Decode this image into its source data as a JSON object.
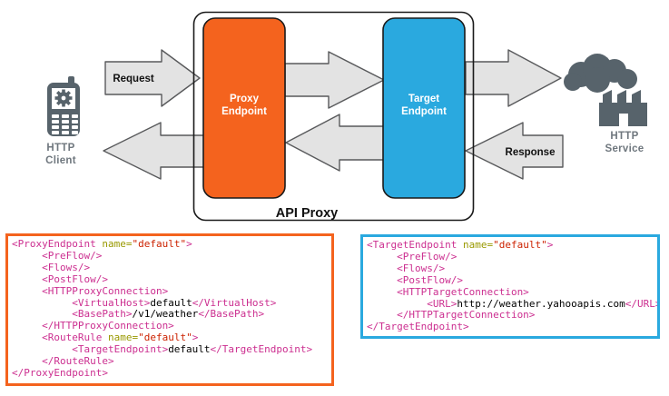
{
  "diagram": {
    "client": {
      "icon": "mobile-phone-gear-icon",
      "label_line1": "HTTP",
      "label_line2": "Client"
    },
    "service": {
      "icon": "cloud-factory-icon",
      "label_line1": "HTTP",
      "label_line2": "Service"
    },
    "request_label": "Request",
    "response_label": "Response",
    "api_proxy_label": "API Proxy",
    "proxy_endpoint": {
      "line1": "Proxy",
      "line2": "Endpoint",
      "color": "#F4631E"
    },
    "target_endpoint": {
      "line1": "Target",
      "line2": "Endpoint",
      "color": "#2AA9DF"
    }
  },
  "code": {
    "colors": {
      "tag": "#CC2F90",
      "attr": "#999900",
      "val": "#CC2200",
      "txt": "#000000"
    },
    "proxy_block": {
      "border_color": "#F4631E",
      "lines": [
        [
          {
            "c": "tag",
            "s": "<ProxyEndpoint "
          },
          {
            "c": "attr",
            "s": "name="
          },
          {
            "c": "val",
            "s": "\"default\""
          },
          {
            "c": "tag",
            "s": ">"
          }
        ],
        [
          {
            "c": "tag",
            "s": "     <PreFlow/>"
          }
        ],
        [
          {
            "c": "tag",
            "s": "     <Flows/>"
          }
        ],
        [
          {
            "c": "tag",
            "s": "     <PostFlow/>"
          }
        ],
        [
          {
            "c": "tag",
            "s": "     <HTTPProxyConnection>"
          }
        ],
        [
          {
            "c": "tag",
            "s": "          <VirtualHost>"
          },
          {
            "c": "txt",
            "s": "default"
          },
          {
            "c": "tag",
            "s": "</VirtualHost>"
          }
        ],
        [
          {
            "c": "tag",
            "s": "          <BasePath>"
          },
          {
            "c": "txt",
            "s": "/v1/weather"
          },
          {
            "c": "tag",
            "s": "</BasePath>"
          }
        ],
        [
          {
            "c": "tag",
            "s": "     </HTTPProxyConnection>"
          }
        ],
        [
          {
            "c": "tag",
            "s": "     <RouteRule "
          },
          {
            "c": "attr",
            "s": "name="
          },
          {
            "c": "val",
            "s": "\"default\""
          },
          {
            "c": "tag",
            "s": ">"
          }
        ],
        [
          {
            "c": "tag",
            "s": "          <TargetEndpoint>"
          },
          {
            "c": "txt",
            "s": "default"
          },
          {
            "c": "tag",
            "s": "</TargetEndpoint>"
          }
        ],
        [
          {
            "c": "tag",
            "s": "     </RouteRule>"
          }
        ],
        [
          {
            "c": "tag",
            "s": "</ProxyEndpoint>"
          }
        ]
      ]
    },
    "target_block": {
      "border_color": "#2AA9DF",
      "lines": [
        [
          {
            "c": "tag",
            "s": "<TargetEndpoint "
          },
          {
            "c": "attr",
            "s": "name="
          },
          {
            "c": "val",
            "s": "\"default\""
          },
          {
            "c": "tag",
            "s": ">"
          }
        ],
        [
          {
            "c": "tag",
            "s": "     <PreFlow/>"
          }
        ],
        [
          {
            "c": "tag",
            "s": "     <Flows/>"
          }
        ],
        [
          {
            "c": "tag",
            "s": "     <PostFlow/>"
          }
        ],
        [
          {
            "c": "tag",
            "s": "     <HTTPTargetConnection>"
          }
        ],
        [
          {
            "c": "tag",
            "s": "          <URL>"
          },
          {
            "c": "txt",
            "s": "http://weather.yahooapis.com"
          },
          {
            "c": "tag",
            "s": "</URL>"
          }
        ],
        [
          {
            "c": "tag",
            "s": "     </HTTPTargetConnection>"
          }
        ],
        [
          {
            "c": "tag",
            "s": "</TargetEndpoint>"
          }
        ]
      ]
    }
  }
}
